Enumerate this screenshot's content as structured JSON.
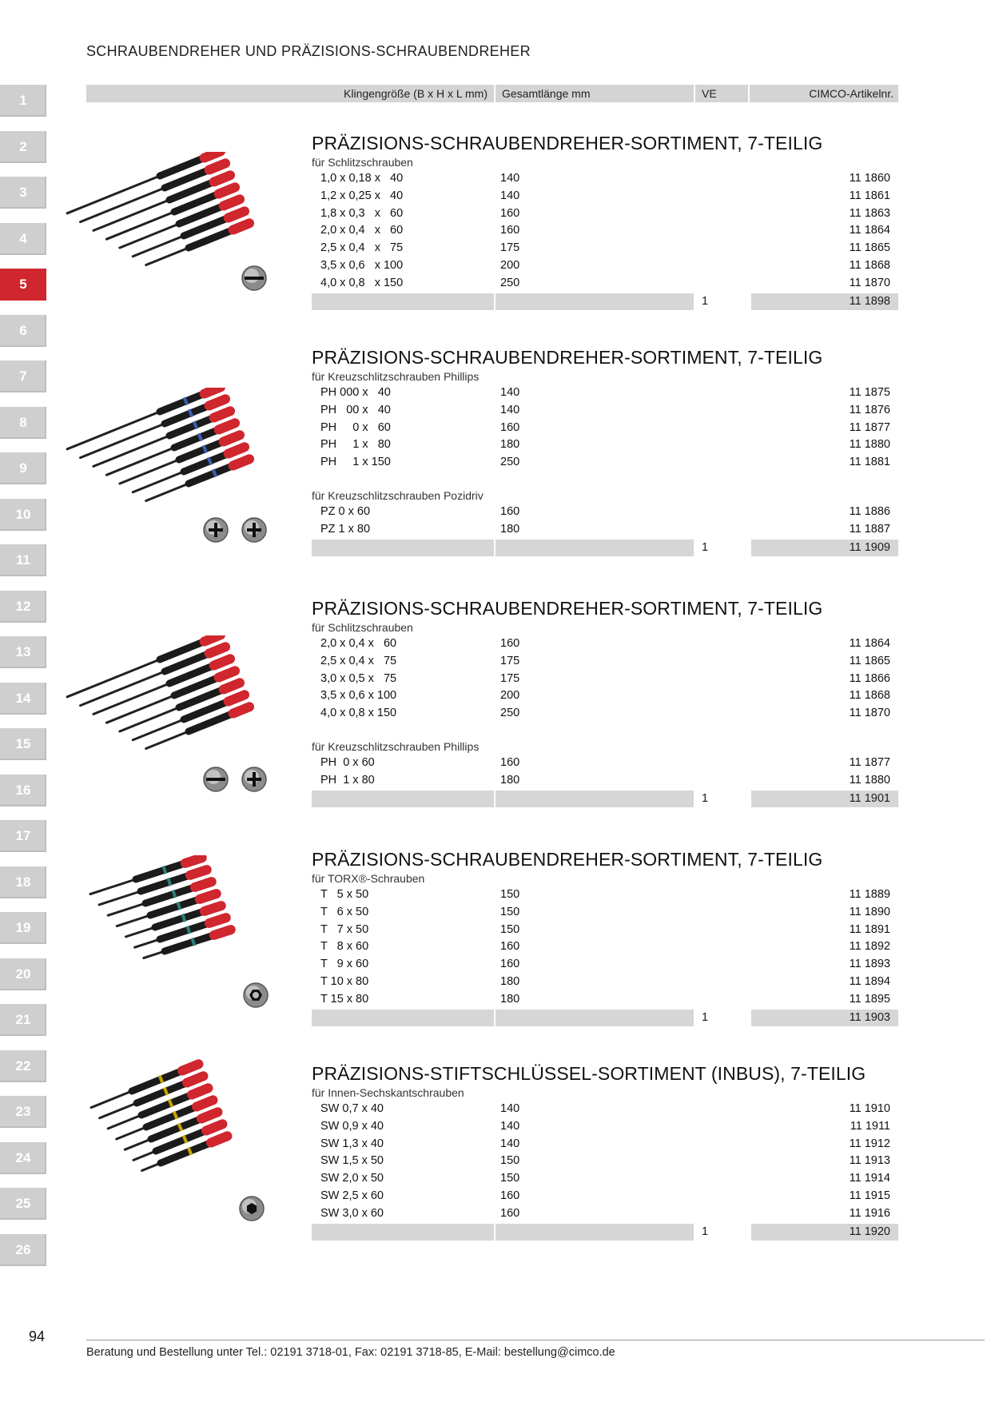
{
  "header": {
    "title": "SCHRAUBENDREHER UND PRÄZISIONS-SCHRAUBENDREHER"
  },
  "columns": {
    "blade": "Klingengröße (B x H x L mm)",
    "length": "Gesamtlänge mm",
    "ve": "VE",
    "article": "CIMCO-Artikelnr."
  },
  "tabs": [
    "1",
    "2",
    "3",
    "4",
    "5",
    "6",
    "7",
    "8",
    "9",
    "10",
    "11",
    "12",
    "13",
    "14",
    "15",
    "16",
    "17",
    "18",
    "19",
    "20",
    "21",
    "22",
    "23",
    "24",
    "25",
    "26"
  ],
  "active_tab": "5",
  "sections": [
    {
      "title": "PRÄZISIONS-SCHRAUBENDREHER-SORTIMENT, 7-TEILIG",
      "subtitle": "für Schlitzschrauben",
      "rows": [
        {
          "size": "1,0 x 0,18 x   40",
          "length": "140",
          "article": "11 1860"
        },
        {
          "size": "1,2 x 0,25 x   40",
          "length": "140",
          "article": "11 1861"
        },
        {
          "size": "1,8 x 0,3   x   60",
          "length": "160",
          "article": "11 1863"
        },
        {
          "size": "2,0 x 0,4   x   60",
          "length": "160",
          "article": "11 1864"
        },
        {
          "size": "2,5 x 0,4   x   75",
          "length": "175",
          "article": "11 1865"
        },
        {
          "size": "3,5 x 0,6   x 100",
          "length": "200",
          "article": "11 1868"
        },
        {
          "size": "4,0 x 0,8   x 150",
          "length": "250",
          "article": "11 1870"
        }
      ],
      "total": {
        "ve": "1",
        "article": "11 1898"
      }
    },
    {
      "title": "PRÄZISIONS-SCHRAUBENDREHER-SORTIMENT, 7-TEILIG",
      "subtitle": "für Kreuzschlitzschrauben Phillips",
      "rows": [
        {
          "size": "PH 000 x   40",
          "length": "140",
          "article": "11 1875"
        },
        {
          "size": "PH   00 x   40",
          "length": "140",
          "article": "11 1876"
        },
        {
          "size": "PH     0 x   60",
          "length": "160",
          "article": "11 1877"
        },
        {
          "size": "PH     1 x   80",
          "length": "180",
          "article": "11 1880"
        },
        {
          "size": "PH     1 x 150",
          "length": "250",
          "article": "11 1881"
        }
      ],
      "subtitle2": "für Kreuzschlitzschrauben Pozidriv",
      "rows2": [
        {
          "size": "PZ 0 x 60",
          "length": "160",
          "article": "11 1886"
        },
        {
          "size": "PZ 1 x 80",
          "length": "180",
          "article": "11 1887"
        }
      ],
      "total": {
        "ve": "1",
        "article": "11 1909"
      }
    },
    {
      "title": "PRÄZISIONS-SCHRAUBENDREHER-SORTIMENT, 7-TEILIG",
      "subtitle": "für Schlitzschrauben",
      "rows": [
        {
          "size": "2,0 x 0,4 x   60",
          "length": "160",
          "article": "11 1864"
        },
        {
          "size": "2,5 x 0,4 x   75",
          "length": "175",
          "article": "11 1865"
        },
        {
          "size": "3,0 x 0,5 x   75",
          "length": "175",
          "article": "11 1866"
        },
        {
          "size": "3,5 x 0,6 x 100",
          "length": "200",
          "article": "11 1868"
        },
        {
          "size": "4,0 x 0,8 x 150",
          "length": "250",
          "article": "11 1870"
        }
      ],
      "subtitle2": "für Kreuzschlitzschrauben Phillips",
      "rows2": [
        {
          "size": "PH  0 x 60",
          "length": "160",
          "article": "11 1877"
        },
        {
          "size": "PH  1 x 80",
          "length": "180",
          "article": "11 1880"
        }
      ],
      "total": {
        "ve": "1",
        "article": "11 1901"
      }
    },
    {
      "title": "PRÄZISIONS-SCHRAUBENDREHER-SORTIMENT, 7-TEILIG",
      "subtitle": "für TORX®-Schrauben",
      "rows": [
        {
          "size": "T   5 x 50",
          "length": "150",
          "article": "11 1889"
        },
        {
          "size": "T   6 x 50",
          "length": "150",
          "article": "11 1890"
        },
        {
          "size": "T   7 x 50",
          "length": "150",
          "article": "11 1891"
        },
        {
          "size": "T   8 x 60",
          "length": "160",
          "article": "11 1892"
        },
        {
          "size": "T   9 x 60",
          "length": "160",
          "article": "11 1893"
        },
        {
          "size": "T 10 x 80",
          "length": "180",
          "article": "11 1894"
        },
        {
          "size": "T 15 x 80",
          "length": "180",
          "article": "11 1895"
        }
      ],
      "total": {
        "ve": "1",
        "article": "11 1903"
      }
    },
    {
      "title": "PRÄZISIONS-STIFTSCHLÜSSEL-SORTIMENT (INBUS), 7-TEILIG",
      "subtitle": "für Innen-Sechskantschrauben",
      "rows": [
        {
          "size": "SW 0,7 x 40",
          "length": "140",
          "article": "11 1910"
        },
        {
          "size": "SW 0,9 x 40",
          "length": "140",
          "article": "11 1911"
        },
        {
          "size": "SW 1,3 x 40",
          "length": "140",
          "article": "11 1912"
        },
        {
          "size": "SW 1,5 x 50",
          "length": "150",
          "article": "11 1913"
        },
        {
          "size": "SW 2,0 x 50",
          "length": "150",
          "article": "11 1914"
        },
        {
          "size": "SW 2,5 x 60",
          "length": "160",
          "article": "11 1915"
        },
        {
          "size": "SW 3,0 x 60",
          "length": "160",
          "article": "11 1916"
        }
      ],
      "total": {
        "ve": "1",
        "article": "11 1920"
      }
    }
  ],
  "page_number": "94",
  "footer": "Beratung und Bestellung unter Tel.: 02191 3718-01, Fax: 02191 3718-85, E-Mail: bestellung@cimco.de",
  "colors": {
    "accent": "#d0262e",
    "tab": "#cfcfcf",
    "bar": "#d4d4d4"
  }
}
